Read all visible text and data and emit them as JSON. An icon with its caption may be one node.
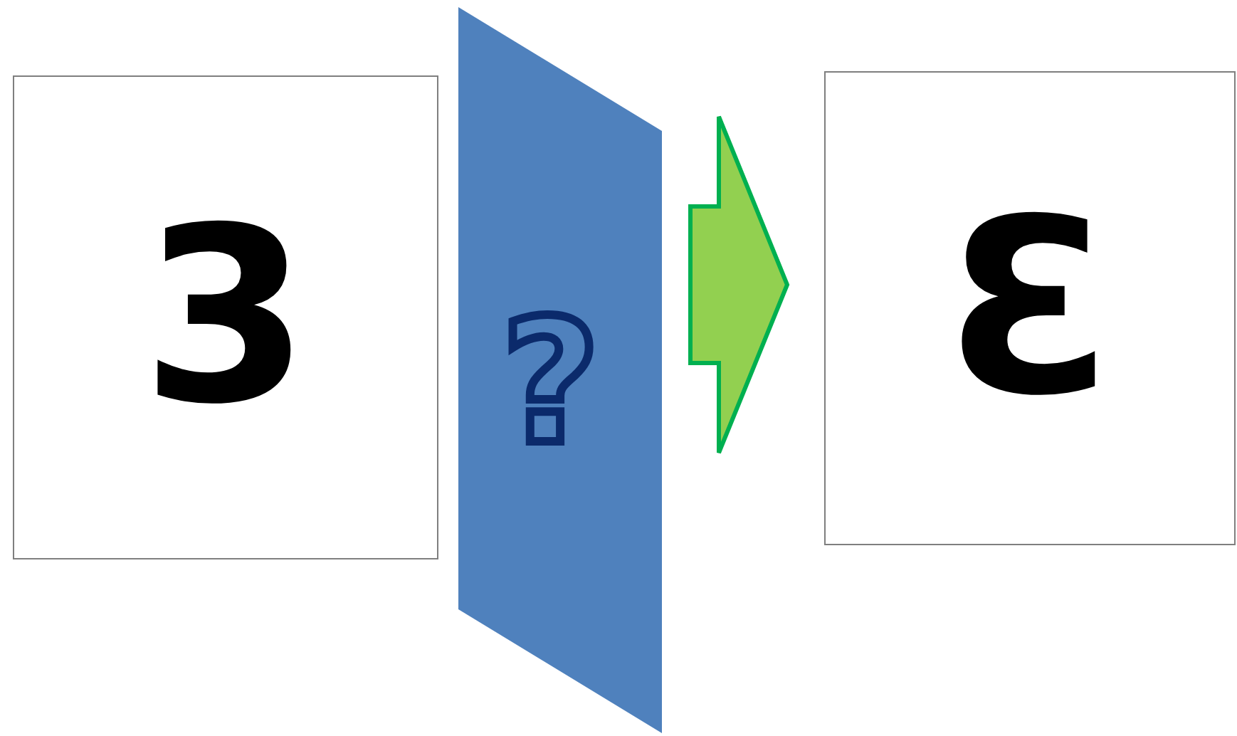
{
  "diagram": {
    "nodes": [
      {
        "text": [
          "3"
        ]
      },
      {
        "text": [
          "?"
        ]
      },
      {
        "text": [
          "Ɛ"
        ]
      }
    ],
    "edges": [
      {
        "from": 1,
        "to": 2,
        "arrow": "to",
        "style": "thick",
        "color": "#92d050"
      }
    ]
  }
}
